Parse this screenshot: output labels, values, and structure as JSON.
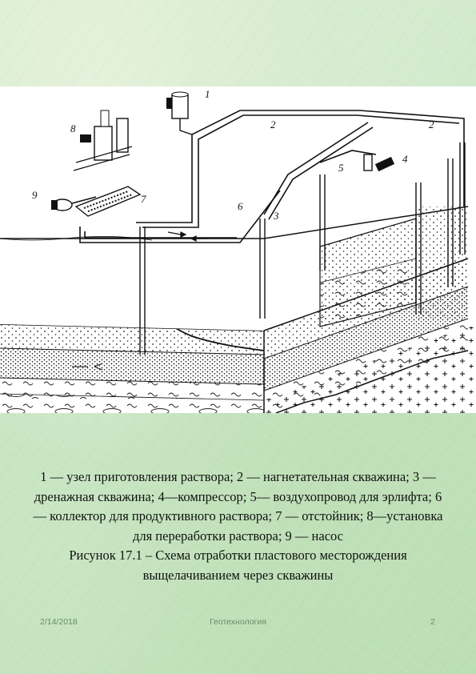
{
  "figure": {
    "callouts": [
      "1",
      "2",
      "2",
      "3",
      "4",
      "5",
      "6",
      "7",
      "8",
      "9"
    ]
  },
  "caption": {
    "legend_text": "1 — узел приготовления раствора; 2 — нагнетательная скважина; 3 — дренажная скважина; 4—компрессор; 5— воздухопровод для эрлифта; 6 — коллектор для продуктивного раствора; 7 — отстойник; 8—установка для переработки раствора; 9 — насос",
    "figure_title": "Рисунок 17.1 – Схема отработки пластового месторождения выщелачиванием через скважины"
  },
  "footer": {
    "date": "2/14/2018",
    "title": "Геотехнология",
    "page": "2"
  }
}
